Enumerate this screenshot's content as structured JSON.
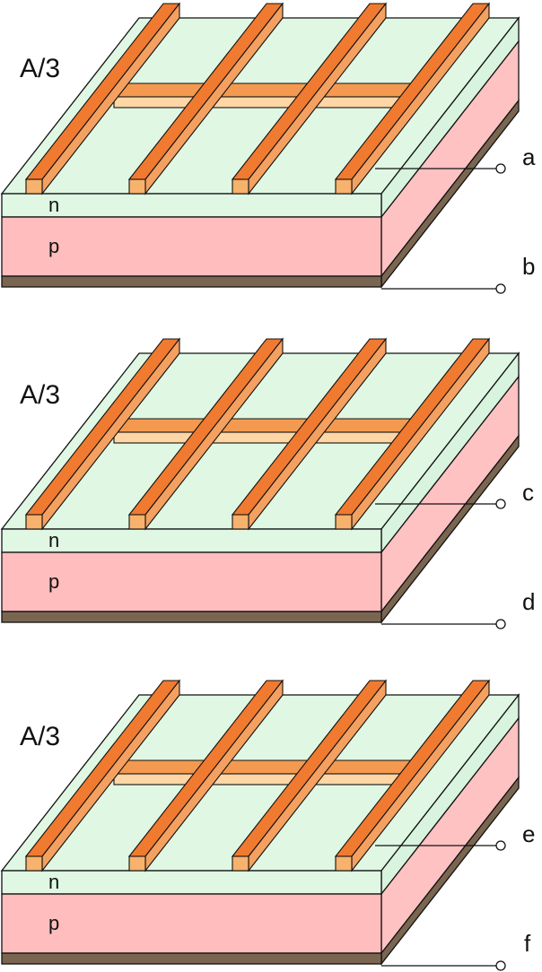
{
  "colors": {
    "n_layer": "#dff7e3",
    "n_layer_side": "#cdeed4",
    "p_layer": "#ffbdbd",
    "p_layer_side": "#ffc4c4",
    "back_contact": "#7a6650",
    "finger_top": "#f07a30",
    "finger_side": "#f5a35a",
    "busbar_top": "#f5a35a",
    "busbar_front": "#ffd3a0",
    "outline": "#111111"
  },
  "cells": [
    {
      "title": "A/3",
      "n_label": "n",
      "p_label": "p",
      "top_terminal": "a",
      "bottom_terminal": "b"
    },
    {
      "title": "A/3",
      "n_label": "n",
      "p_label": "p",
      "top_terminal": "c",
      "bottom_terminal": "d"
    },
    {
      "title": "A/3",
      "n_label": "n",
      "p_label": "p",
      "top_terminal": "e",
      "bottom_terminal": "f"
    }
  ]
}
